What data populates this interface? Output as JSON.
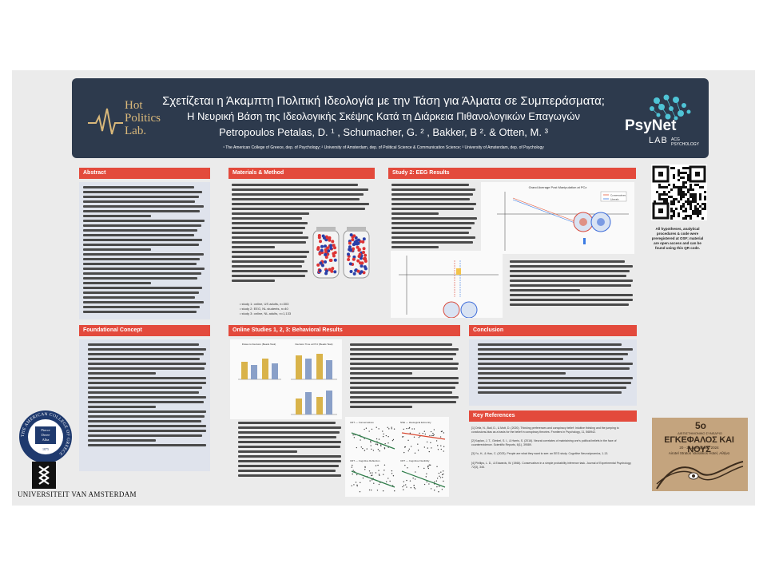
{
  "header": {
    "title_line1": "Σχετίζεται η Άκαμπτη Πολιτική Ιδεολογία με την Τάση για Άλματα σε Συμπεράσματα;",
    "title_line2": "Η Νευρική Βάση της Ιδεολογικής Σκέψης Κατά τη Διάρκεια Πιθανολογικών Επαγωγών",
    "authors": "Petropoulos Petalas, D. ¹ , Schumacher, G. ² , Bakker, B ². & Otten, M. ³",
    "affiliations": "¹ The American College of Greece, dep. of Psychology;   ² University of Amsterdam, dep. of Political Science & Communication Science;   ³ University of Amsterdam, dep. of Psychology",
    "left_logo": "Hot Politics Lab.",
    "left_logo_lines": [
      "Hot",
      "Politics",
      "Lab."
    ],
    "right_logo_main": "PsyNet",
    "right_logo_sub": "LAB",
    "right_logo_tag": "ACG PSYCHOLOGY"
  },
  "sections": {
    "abstract": "Abstract",
    "methods": "Materials & Method",
    "eeg": "Study 2: EEG Results",
    "foundational": "Foundational Concept",
    "behavioral": "Online Studies 1, 2, 3: Behavioral Results",
    "conclusion": "Conclusion",
    "references": "Key References"
  },
  "methods": {
    "study_list": [
      "study 1: online, US adults, n=303",
      "study 2: EEG, NL students, n=40",
      "study 3: online, NL adults, n=1,133"
    ]
  },
  "eeg": {
    "chart_title": "Grand Average Post Manipulation at PCz",
    "legend": [
      "Conservatives",
      "Liberals"
    ]
  },
  "behavioral": {
    "panel_titles": [
      "Draws to Decision (Beads Task)",
      "Decision Time at PCz (Beads Task)"
    ],
    "scatter_titles": [
      "CRT — Conservatives",
      "NSE — Ideological Extremity",
      "CRT — Cognitive Reflection",
      "CRT — Cognitive Flexibility"
    ]
  },
  "qr": {
    "caption": "All hypotheses, analytical procedures & code were preregistered at OSF; material are open access and can be found using this QR code."
  },
  "references": [
    "[1] Ortiz, N., Ball, D., & Mott, D. (2020). Thinking preferences and conspiracy belief: Intuitive thinking and the jumping to conclusions-bias as a basis for the belief in conspiracy theories. Frontiers in Psychology, 11, 568942.",
    "[2] Kaplan, J. T., Gimbel, S. I., & Harris, S. (2016). Neural correlates of maintaining one's political beliefs in the face of counterevidence. Scientific Reports, 6(1), 39589.",
    "[3] Yu, H., & Hao, C. (2023). People are what they want to see: an EEG study. Cognitive Neurodynamics, 1-13.",
    "[4] Phillips, L. D., & Edwards, W. (1966). Conservatism in a simple probability inference task. Journal of Experimental Psychology, 72(3), 346."
  ],
  "conference": {
    "edition": "5ο",
    "subtitle": "ΔΙΕΠΙΣΤΗΜΟΝΙΚΟ ΣΥΝΕΔΡΙΟ",
    "name": "ΕΓΚΕΦΑΛΟΣ ΚΑΙ ΝΟΥΣ",
    "dates": "20 - 22 Δεκεμβρίου 2024",
    "venue": "Airotel Stratos Vassilikos Hotel, Αθήνα"
  },
  "acg_seal": {
    "ring_text": "THE AMERICAN COLLEGE OF GREECE",
    "motto": [
      "Pierce",
      "Deree",
      "Alba"
    ],
    "year": "1875"
  },
  "uva": {
    "name": "Universiteit van Amsterdam"
  },
  "colors": {
    "header_bg": "#2d3a4d",
    "section_red": "#e34a3c",
    "panel_bg": "#dfe3ec",
    "poster_bg": "#ebebeb",
    "hot_gold": "#d9b87a",
    "psynet_teal": "#4fc4d6"
  }
}
